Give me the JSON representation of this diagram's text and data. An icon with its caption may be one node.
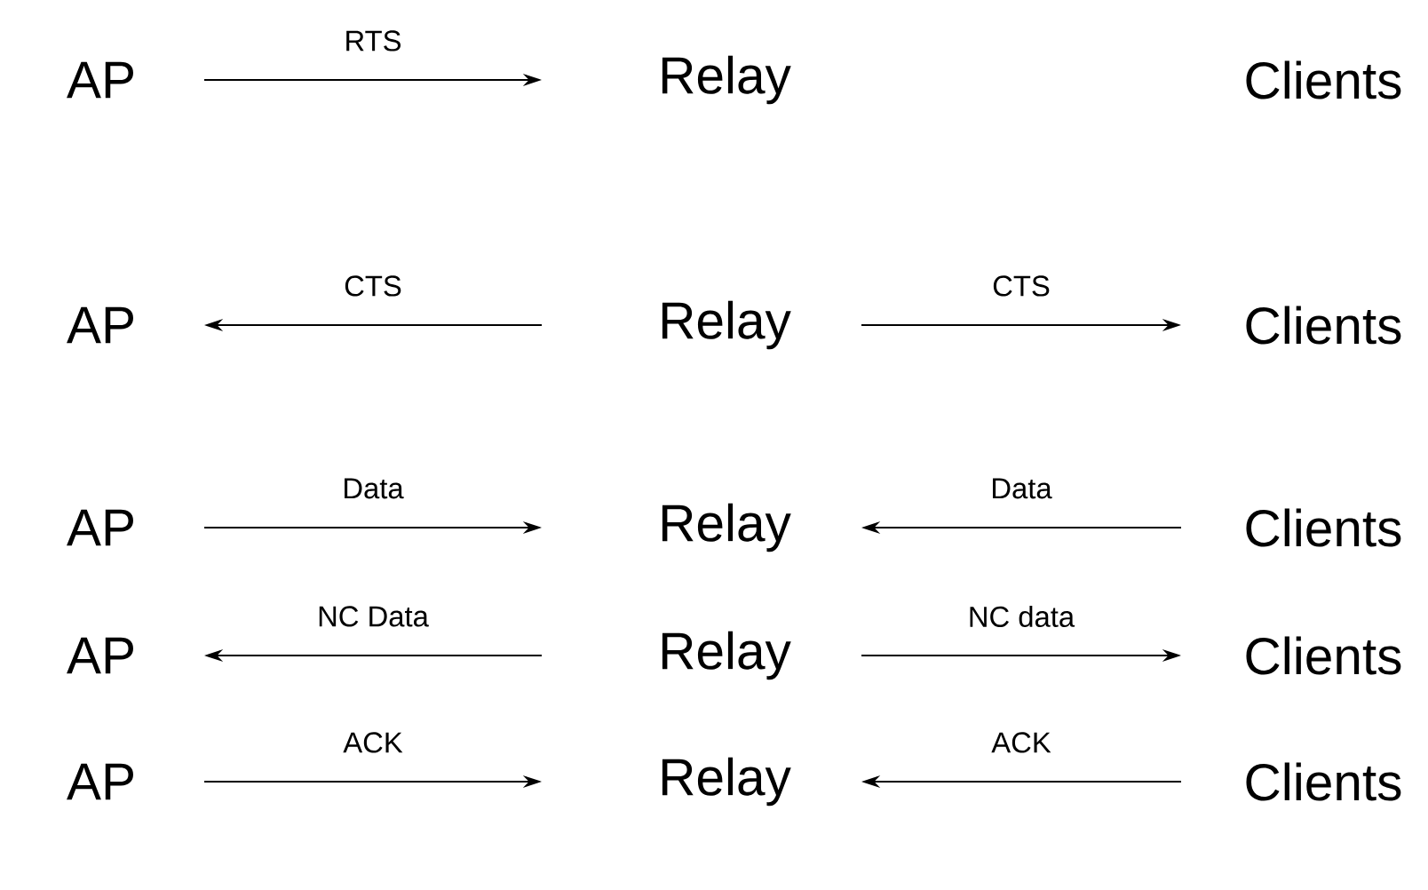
{
  "diagram": {
    "nodes": [
      {
        "text": [
          "AP"
        ]
      },
      {
        "text": [
          "Relay"
        ]
      },
      {
        "text": [
          "Clients"
        ]
      },
      {
        "text": [
          "AP"
        ]
      },
      {
        "text": [
          "Relay"
        ]
      },
      {
        "text": [
          "Clients"
        ]
      },
      {
        "text": [
          "AP"
        ]
      },
      {
        "text": [
          "Relay"
        ]
      },
      {
        "text": [
          "Clients"
        ]
      },
      {
        "text": [
          "AP"
        ]
      },
      {
        "text": [
          "Relay"
        ]
      },
      {
        "text": [
          "Clients"
        ]
      },
      {
        "text": [
          "AP"
        ]
      },
      {
        "text": [
          "Relay"
        ]
      },
      {
        "text": [
          "Clients"
        ]
      }
    ],
    "edges": [
      {
        "from": 0,
        "to": 1,
        "arrow": "to",
        "label": "RTS"
      },
      {
        "from": 4,
        "to": 3,
        "arrow": "to",
        "label": "CTS"
      },
      {
        "from": 4,
        "to": 5,
        "arrow": "to",
        "label": "CTS"
      },
      {
        "from": 6,
        "to": 7,
        "arrow": "to",
        "label": "Data"
      },
      {
        "from": 8,
        "to": 7,
        "arrow": "to",
        "label": "Data"
      },
      {
        "from": 10,
        "to": 9,
        "arrow": "to",
        "label": "NC Data"
      },
      {
        "from": 10,
        "to": 11,
        "arrow": "to",
        "label": "NC data"
      },
      {
        "from": 12,
        "to": 13,
        "arrow": "to",
        "label": "ACK"
      },
      {
        "from": 14,
        "to": 13,
        "arrow": "to",
        "label": "ACK"
      }
    ]
  }
}
